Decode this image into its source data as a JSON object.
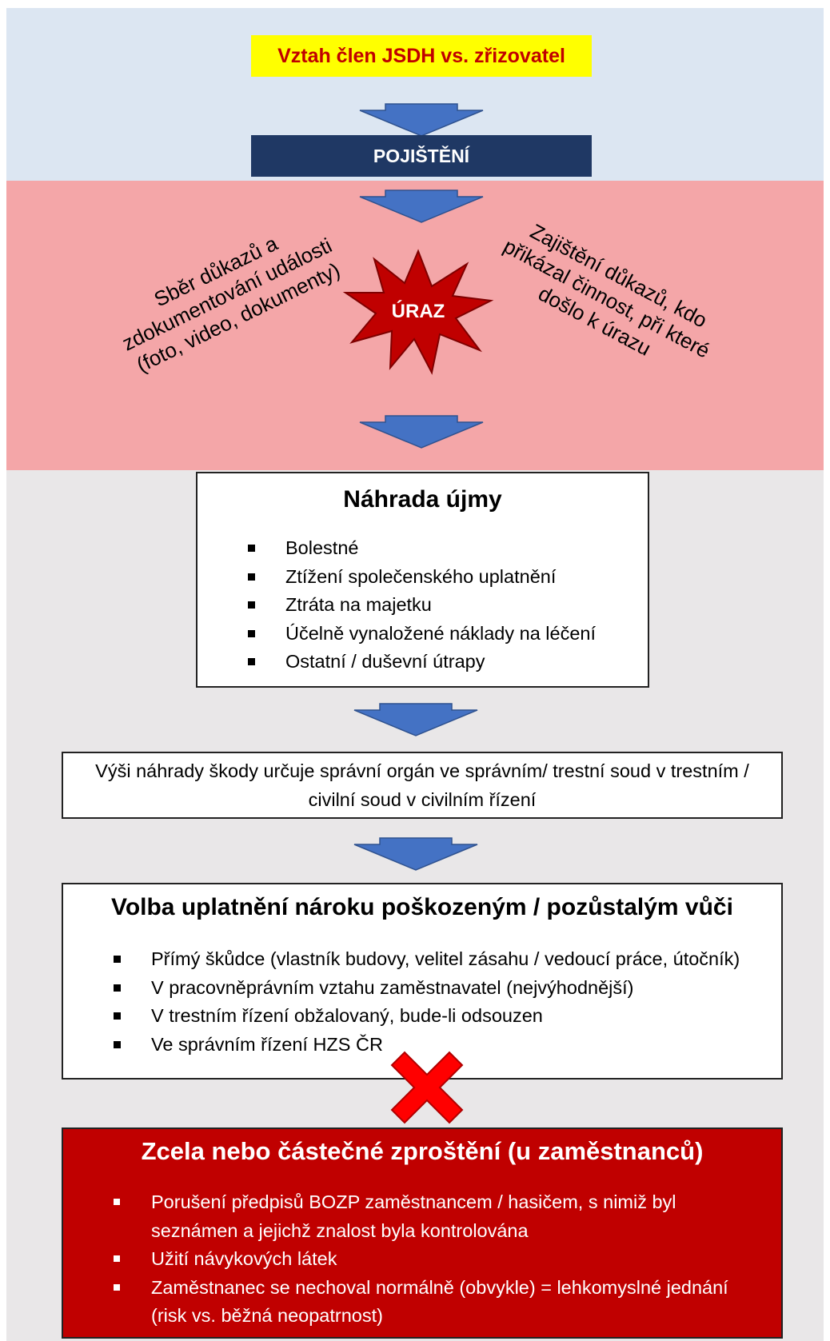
{
  "header": {
    "title": "Vztah člen JSDH vs. zřizovatel",
    "insurance": "POJIŠTĚNÍ"
  },
  "injury": {
    "label": "ÚRAZ",
    "left_note": "Sběr důkazů a\nzdokumentování události\n(foto, video, dokumenty)",
    "right_note": "Zajištění důkazů, kdo\npřikázal činnost, při které\ndošlo k úrazu"
  },
  "damages": {
    "title": "Náhrada újmy",
    "items": [
      "Bolestné",
      "Ztížení společenského uplatnění",
      "Ztráta na majetku",
      "Účelně vynaložené náklady na léčení",
      "Ostatní / duševní útrapy"
    ]
  },
  "amount": {
    "text": "Výši náhrady škody určuje správní orgán ve správním/ trestní soud v trestním / civilní soud v civilním řízení"
  },
  "claims": {
    "title": "Volba uplatnění nároku poškozeným / pozůstalým vůči",
    "items": [
      "Přímý škůdce (vlastník budovy, velitel zásahu / vedoucí práce, útočník)",
      "V pracovněprávním vztahu zaměstnavatel (nejvýhodnější)",
      "V trestním řízení obžalovaný, bude-li odsouzen",
      "Ve správním řízení HZS ČR"
    ]
  },
  "exemption": {
    "title": "Zcela nebo částečné zproštění (u zaměstnanců)",
    "items": [
      "Porušení předpisů BOZP zaměstnancem / hasičem, s nimiž byl\nseznámen a jejichž znalost byla kontrolována",
      "Užití návykových látek",
      "Zaměstnanec se nechoval normálně (obvykle) = lehkomyslné jednání\n(risk vs. běžná neopatrnost)"
    ]
  },
  "colors": {
    "arrow": "#4472c4",
    "star": "#c00000",
    "cross": "#ff0000",
    "title_bg": "#ffff00",
    "insurance_bg": "#1f3864",
    "exemption_bg": "#c00000"
  }
}
